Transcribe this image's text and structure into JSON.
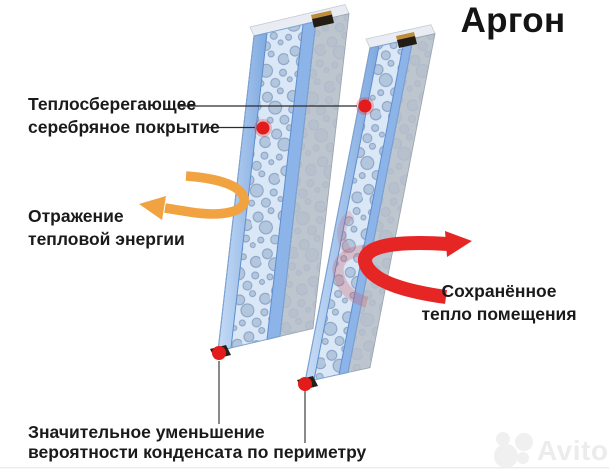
{
  "title": "Аргон",
  "labels": {
    "coating": {
      "line1": "Теплосберегающее",
      "line2": "серебряное покрытие"
    },
    "reflection": {
      "line1": "Отражение",
      "line2": "тепловой энергии"
    },
    "retained_heat": {
      "line1": "Сохранённое",
      "line2": "тепло помещения"
    },
    "condensation": {
      "line1": "Значительное уменьшение",
      "line2": "вероятности конденсата по периметру"
    }
  },
  "watermark": {
    "text": "Avito"
  },
  "diagram": {
    "panes_count": 2,
    "coating_markers_count": 4
  },
  "colors": {
    "reflection_arrow": "#F1A341",
    "retained_heat_arrow": "#E62525",
    "coating_marker": "#E31B1B",
    "coating_marker_halo": "rgba(227,27,27,0.25)",
    "glass_strip": "#A6C6EE",
    "argon_fill": "#D9E7F6",
    "side_face": "#BDC5CF",
    "text": "#1A1A1A"
  }
}
